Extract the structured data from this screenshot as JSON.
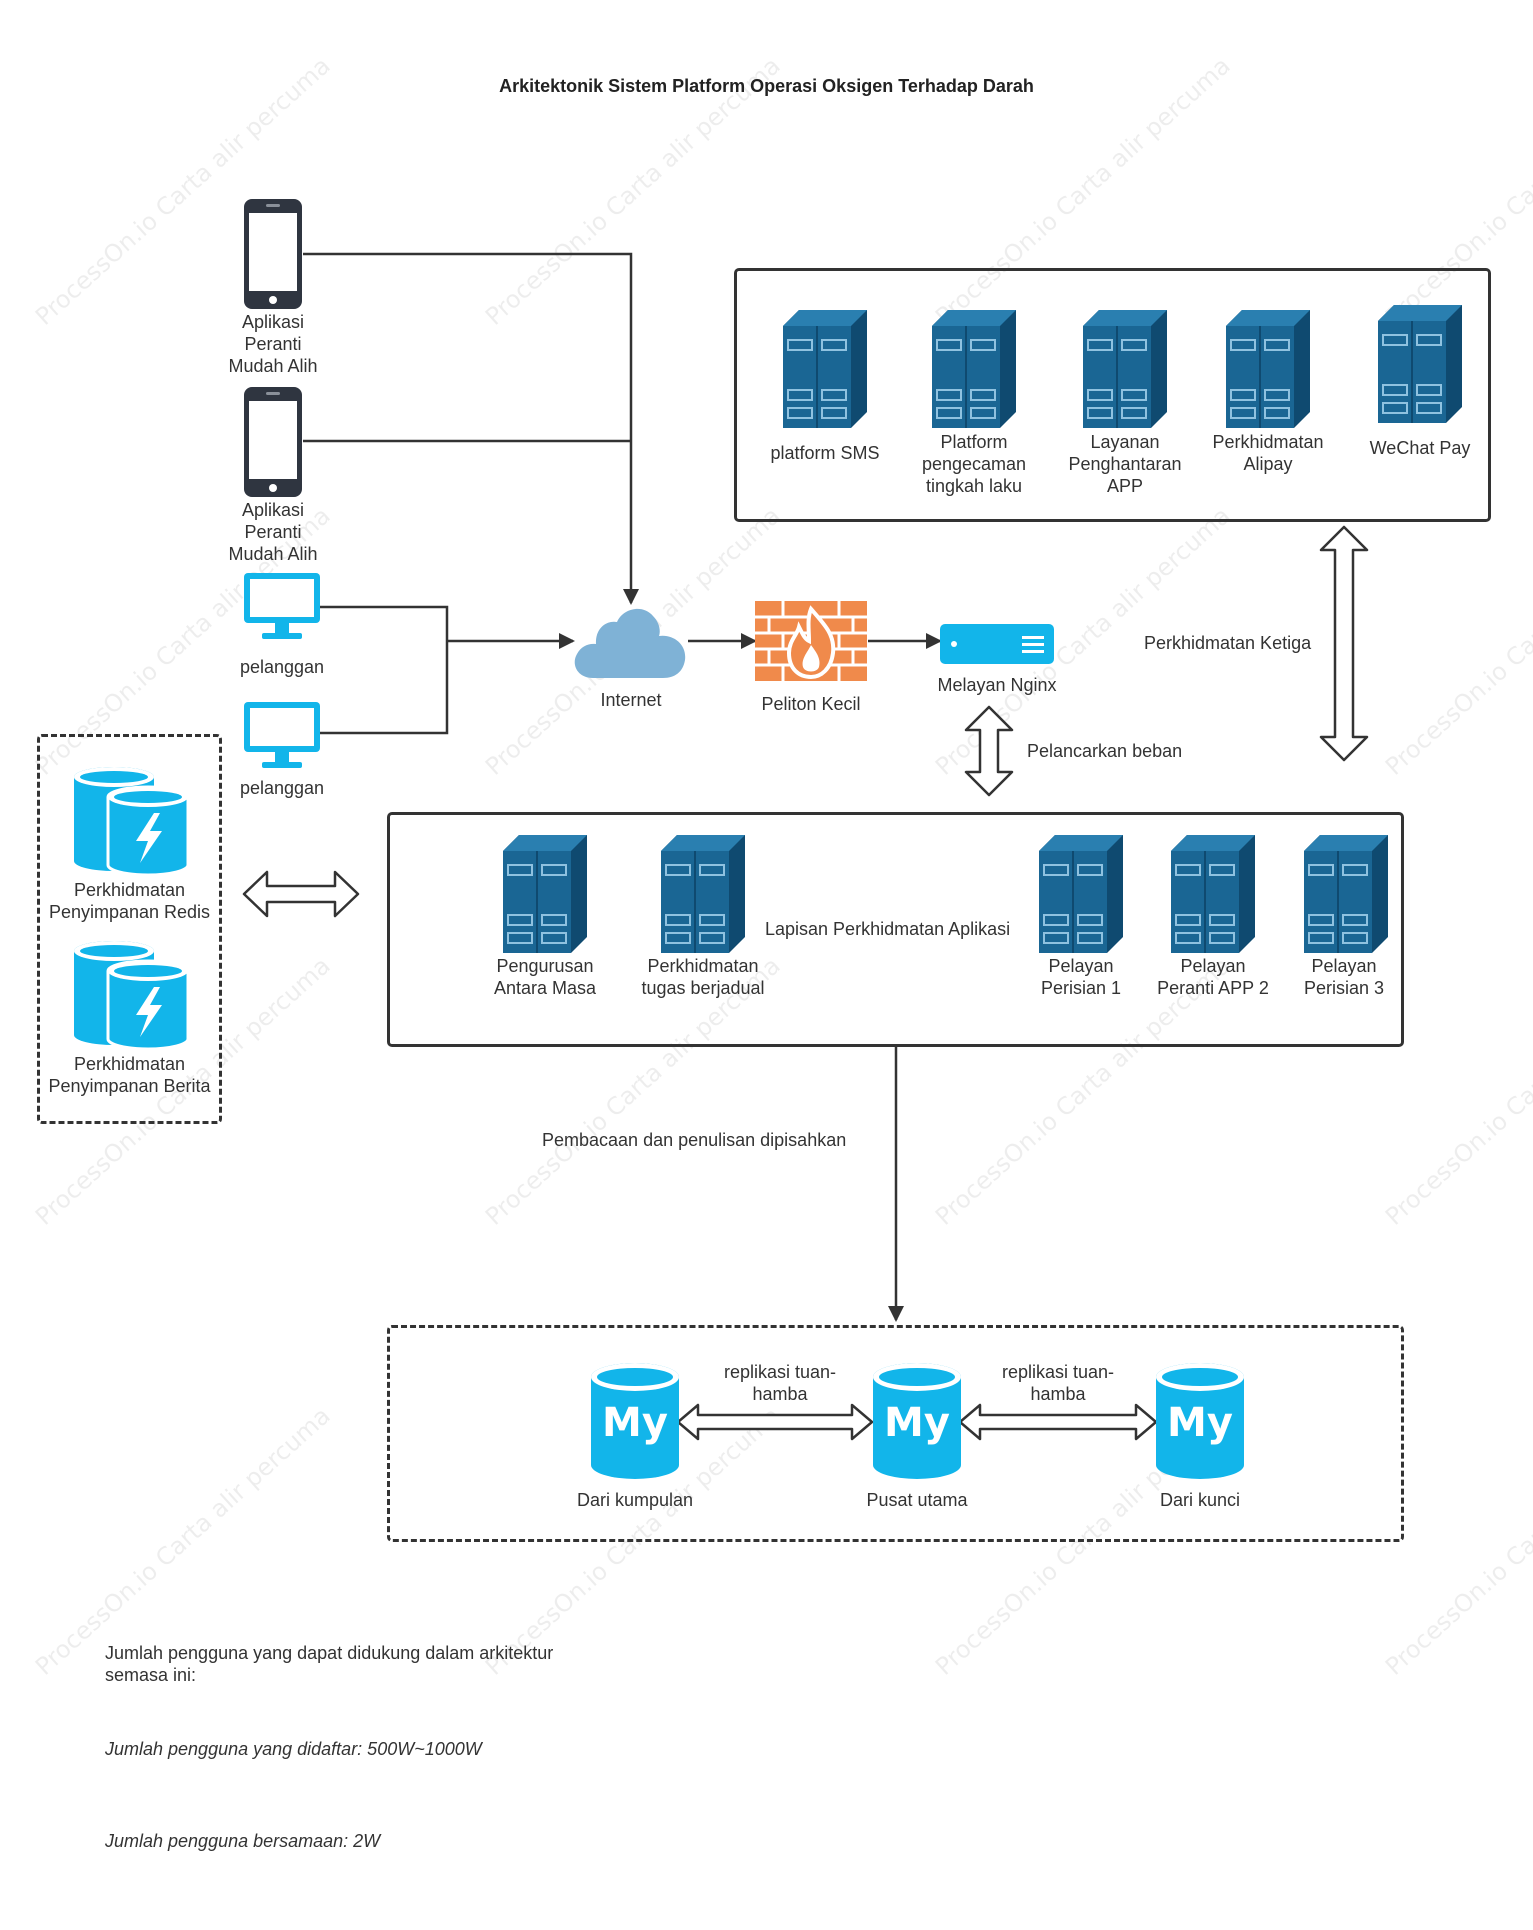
{
  "title": "Arkitektonik Sistem Platform Operasi Oksigen Terhadap Darah",
  "watermark": "ProcessOn.io Carta alir percuma",
  "clients": {
    "mobile_1": "Aplikasi\nPeranti\nMudah Alih",
    "mobile_2": "Aplikasi\nPeranti\nMudah Alih",
    "pc_1": "pelanggan",
    "pc_2": "pelanggan"
  },
  "network": {
    "internet": "Internet",
    "firewall": "Peliton Kecil",
    "nginx": "Melayan Nginx"
  },
  "third_party": {
    "label": "Perkhidmatan Ketiga",
    "services": [
      "platform SMS",
      "Platform\npengecaman\ntingkah laku",
      "Layanan\nPenghantaran\nAPP",
      "Perkhidmatan\nAlipay",
      "WeChat Pay"
    ]
  },
  "load_balance_label": "Pelancarkan beban",
  "app_layer": {
    "label": "Lapisan Perkhidmatan Aplikasi",
    "servers": [
      "Pengurusan\nAntara Masa",
      "Perkhidmatan\ntugas berjadual",
      "Pelayan\nPerisian 1",
      "Pelayan\nPeranti APP 2",
      "Pelayan\nPerisian 3"
    ]
  },
  "cache": {
    "redis": "Perkhidmatan\nPenyimpanan Redis",
    "message": "Perkhidmatan\nPenyimpanan Berita"
  },
  "rw_split_label": "Pembacaan dan penulisan dipisahkan",
  "database": {
    "replication_1": "replikasi tuan-\nhamba",
    "replication_2": "replikasi tuan-\nhamba",
    "nodes": [
      "Dari kumpulan",
      "Pusat utama",
      "Dari kunci"
    ],
    "logo_text": "My"
  },
  "notes": {
    "intro": "Jumlah pengguna yang dapat didukung dalam arkitektur\nsemasa ini:",
    "registered": "Jumlah pengguna yang didaftar: 500W~1000W",
    "concurrent": "Jumlah pengguna bersamaan: 2W"
  },
  "colors": {
    "server": "#1a6694",
    "server_dark": "#0f4a70",
    "cloud": "#7fb2d6",
    "firewall": "#f08a4b",
    "nginx": "#12b5ea",
    "monitor": "#12b5ea",
    "db": "#12b5ea",
    "phone": "#2f3540"
  }
}
